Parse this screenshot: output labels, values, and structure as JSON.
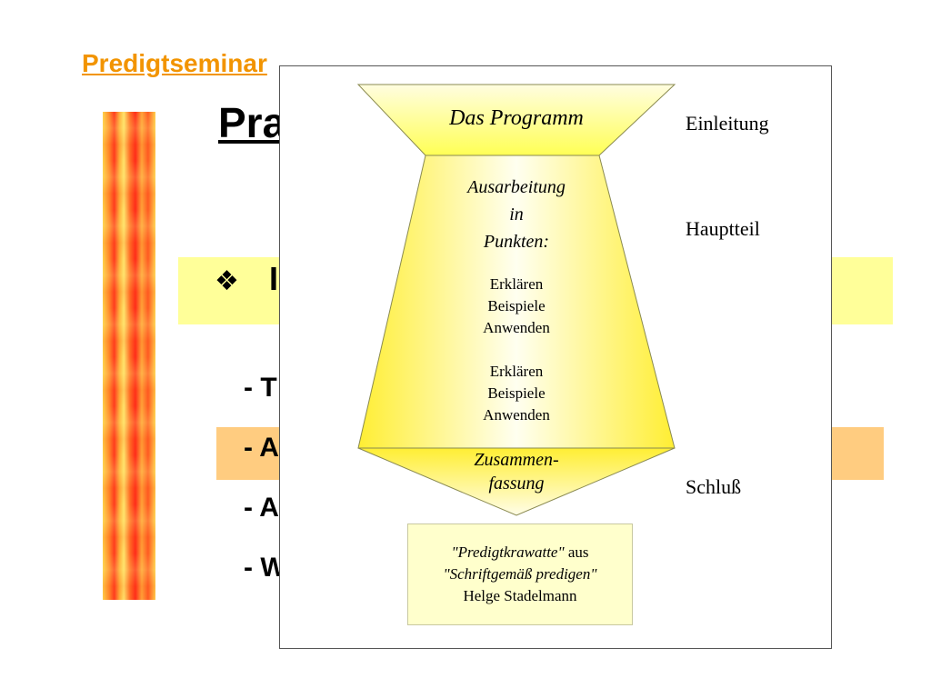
{
  "header": {
    "label": "Predigtseminar"
  },
  "slide": {
    "title_start": "Pra",
    "title_end": "n",
    "bullet_main": "I",
    "sub_items": [
      "- T",
      "- A",
      "- A",
      "- W"
    ]
  },
  "diagram": {
    "funnel_title": "Das Programm",
    "work_heading": [
      "Ausarbeitung",
      "in",
      "Punkten:"
    ],
    "list_a": [
      "Erklären",
      "Beispiele",
      "Anwenden"
    ],
    "list_b": [
      "Erklären",
      "Beispiele",
      "Anwenden"
    ],
    "summary": [
      "Zusammen-",
      "fassung"
    ],
    "labels": {
      "intro": "Einleitung",
      "main": "Hauptteil",
      "end": "Schluß"
    },
    "source": {
      "title_part": "\"Predigtkrawatte\"",
      "connector": " aus",
      "book": "\"Schriftgemäß predigen\"",
      "author": "Helge Stadelmann"
    }
  },
  "colors": {
    "header": "#f29400",
    "band_yellow": "#ffff99",
    "band_orange": "#ffcc80",
    "funnel_yellow": "#ffff66"
  }
}
